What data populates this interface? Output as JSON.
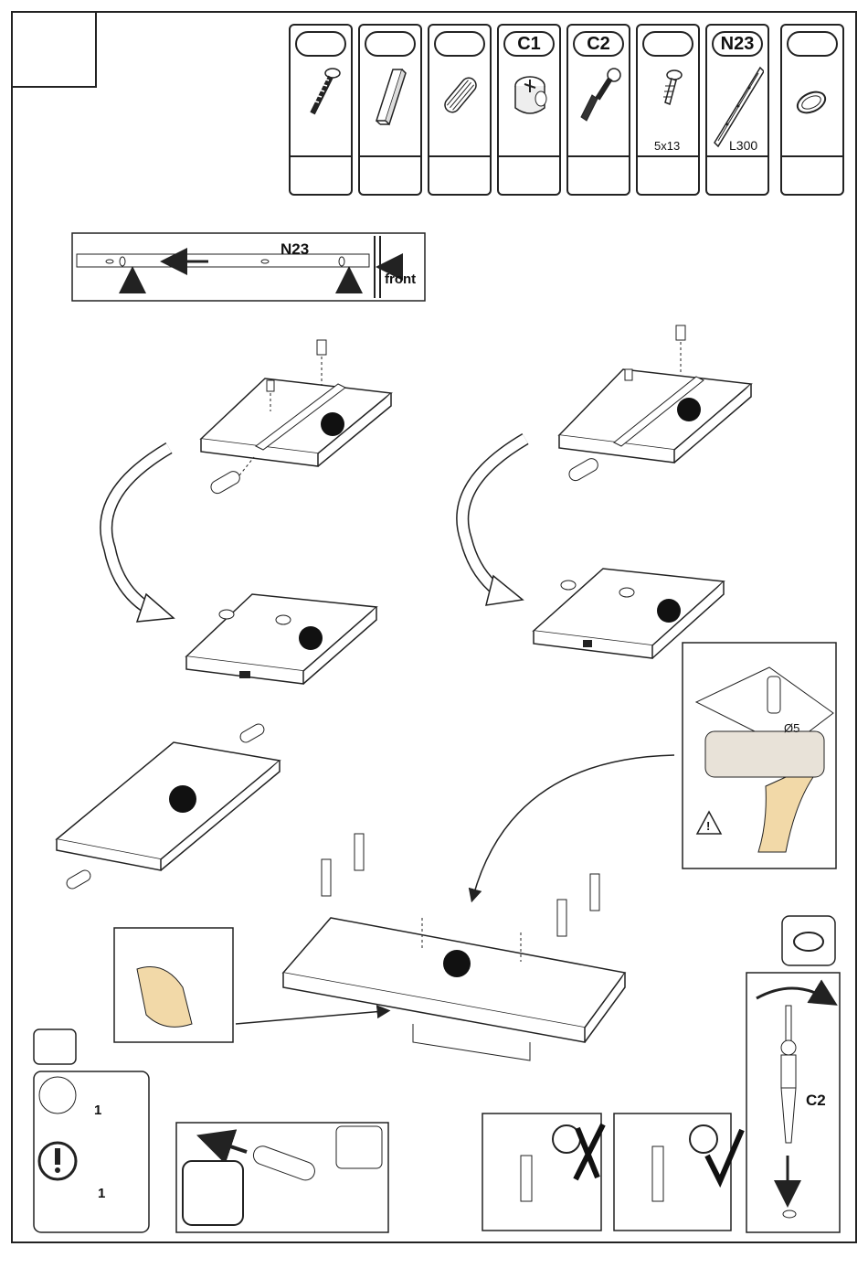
{
  "parts": [
    {
      "code": "",
      "size": "",
      "length": "",
      "icon": "long-screw-icon"
    },
    {
      "code": "",
      "size": "",
      "length": "",
      "icon": "wood-strip-icon"
    },
    {
      "code": "",
      "size": "",
      "length": "",
      "icon": "wood-dowel-icon"
    },
    {
      "code": "C1",
      "size": "",
      "length": "",
      "icon": "cam-lock-icon"
    },
    {
      "code": "C2",
      "size": "",
      "length": "",
      "icon": "cam-bolt-icon"
    },
    {
      "code": "",
      "size": "5x13",
      "length": "",
      "icon": "short-screw-icon"
    },
    {
      "code": "N23",
      "size": "",
      "length": "L300",
      "icon": "drawer-runner-icon"
    },
    {
      "code": "",
      "size": "",
      "length": "",
      "icon": "cover-cap-icon"
    }
  ],
  "runner_detail": {
    "label": "N23",
    "front_label": "front"
  },
  "drill_detail": {
    "diameter": "Ø5",
    "warning": "!"
  },
  "cam_detail": {
    "label": "C2"
  },
  "lock_detail": {
    "number_top": "1",
    "number_bottom": "1"
  }
}
